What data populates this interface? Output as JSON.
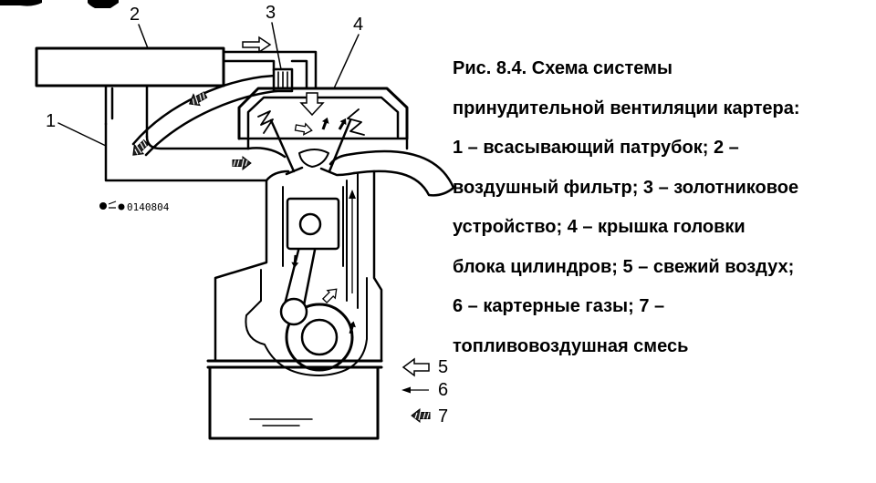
{
  "figure": {
    "callouts": [
      "1",
      "2",
      "3",
      "4"
    ],
    "legend": [
      {
        "num": "5",
        "icon": "hollow-arrow-icon"
      },
      {
        "num": "6",
        "icon": "thin-arrow-icon"
      },
      {
        "num": "7",
        "icon": "hatched-arrow-icon"
      }
    ],
    "reference_code": "0140804"
  },
  "caption": {
    "lines": [
      "Рис. 8.4. Схема системы",
      "принудительной вентиляции картера:",
      "1 – всасывающий патрубок; 2 –",
      "воздушный фильтр; 3 – золотниковое",
      "устройство; 4 – крышка головки",
      "блока цилиндров; 5 – свежий воздух;",
      "6 – картерные газы; 7 –",
      "топливовоздушная смесь"
    ]
  },
  "colors": {
    "ink": "#000000",
    "background": "#ffffff"
  }
}
